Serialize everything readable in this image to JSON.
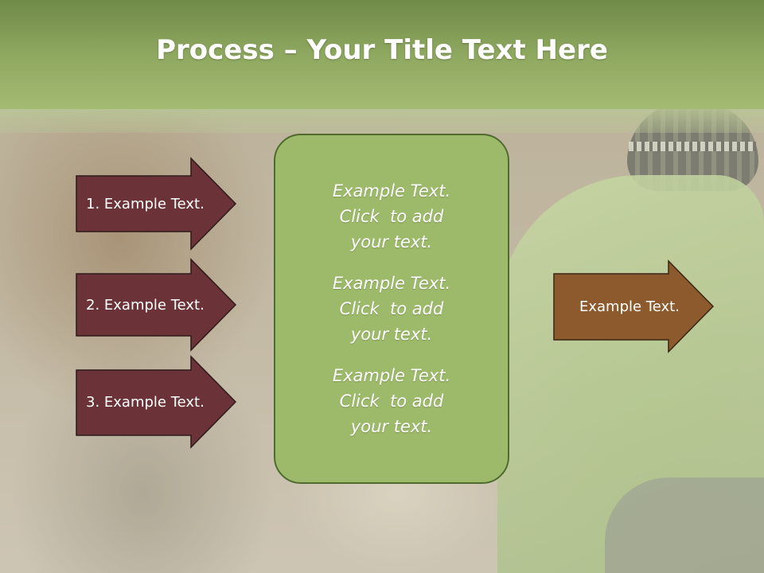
{
  "title": {
    "bold": "Process",
    "rest": " – Your Title Text Here"
  },
  "steps": [
    {
      "label": "1. Example Text."
    },
    {
      "label": "2. Example Text."
    },
    {
      "label": "3. Example Text."
    }
  ],
  "panel": {
    "blocks": [
      {
        "lines": [
          "Example Text.",
          "Click  to add",
          "your text."
        ]
      },
      {
        "lines": [
          "Example Text.",
          "Click  to add",
          "your text."
        ]
      },
      {
        "lines": [
          "Example Text.",
          "Click  to add",
          "your text."
        ]
      }
    ]
  },
  "result": {
    "label": "Example Text."
  },
  "colors": {
    "step_fill": "#6b3337",
    "result_fill": "#8c5a2c",
    "panel_fill": "#9dba6a",
    "header_green": "#8fa860"
  }
}
